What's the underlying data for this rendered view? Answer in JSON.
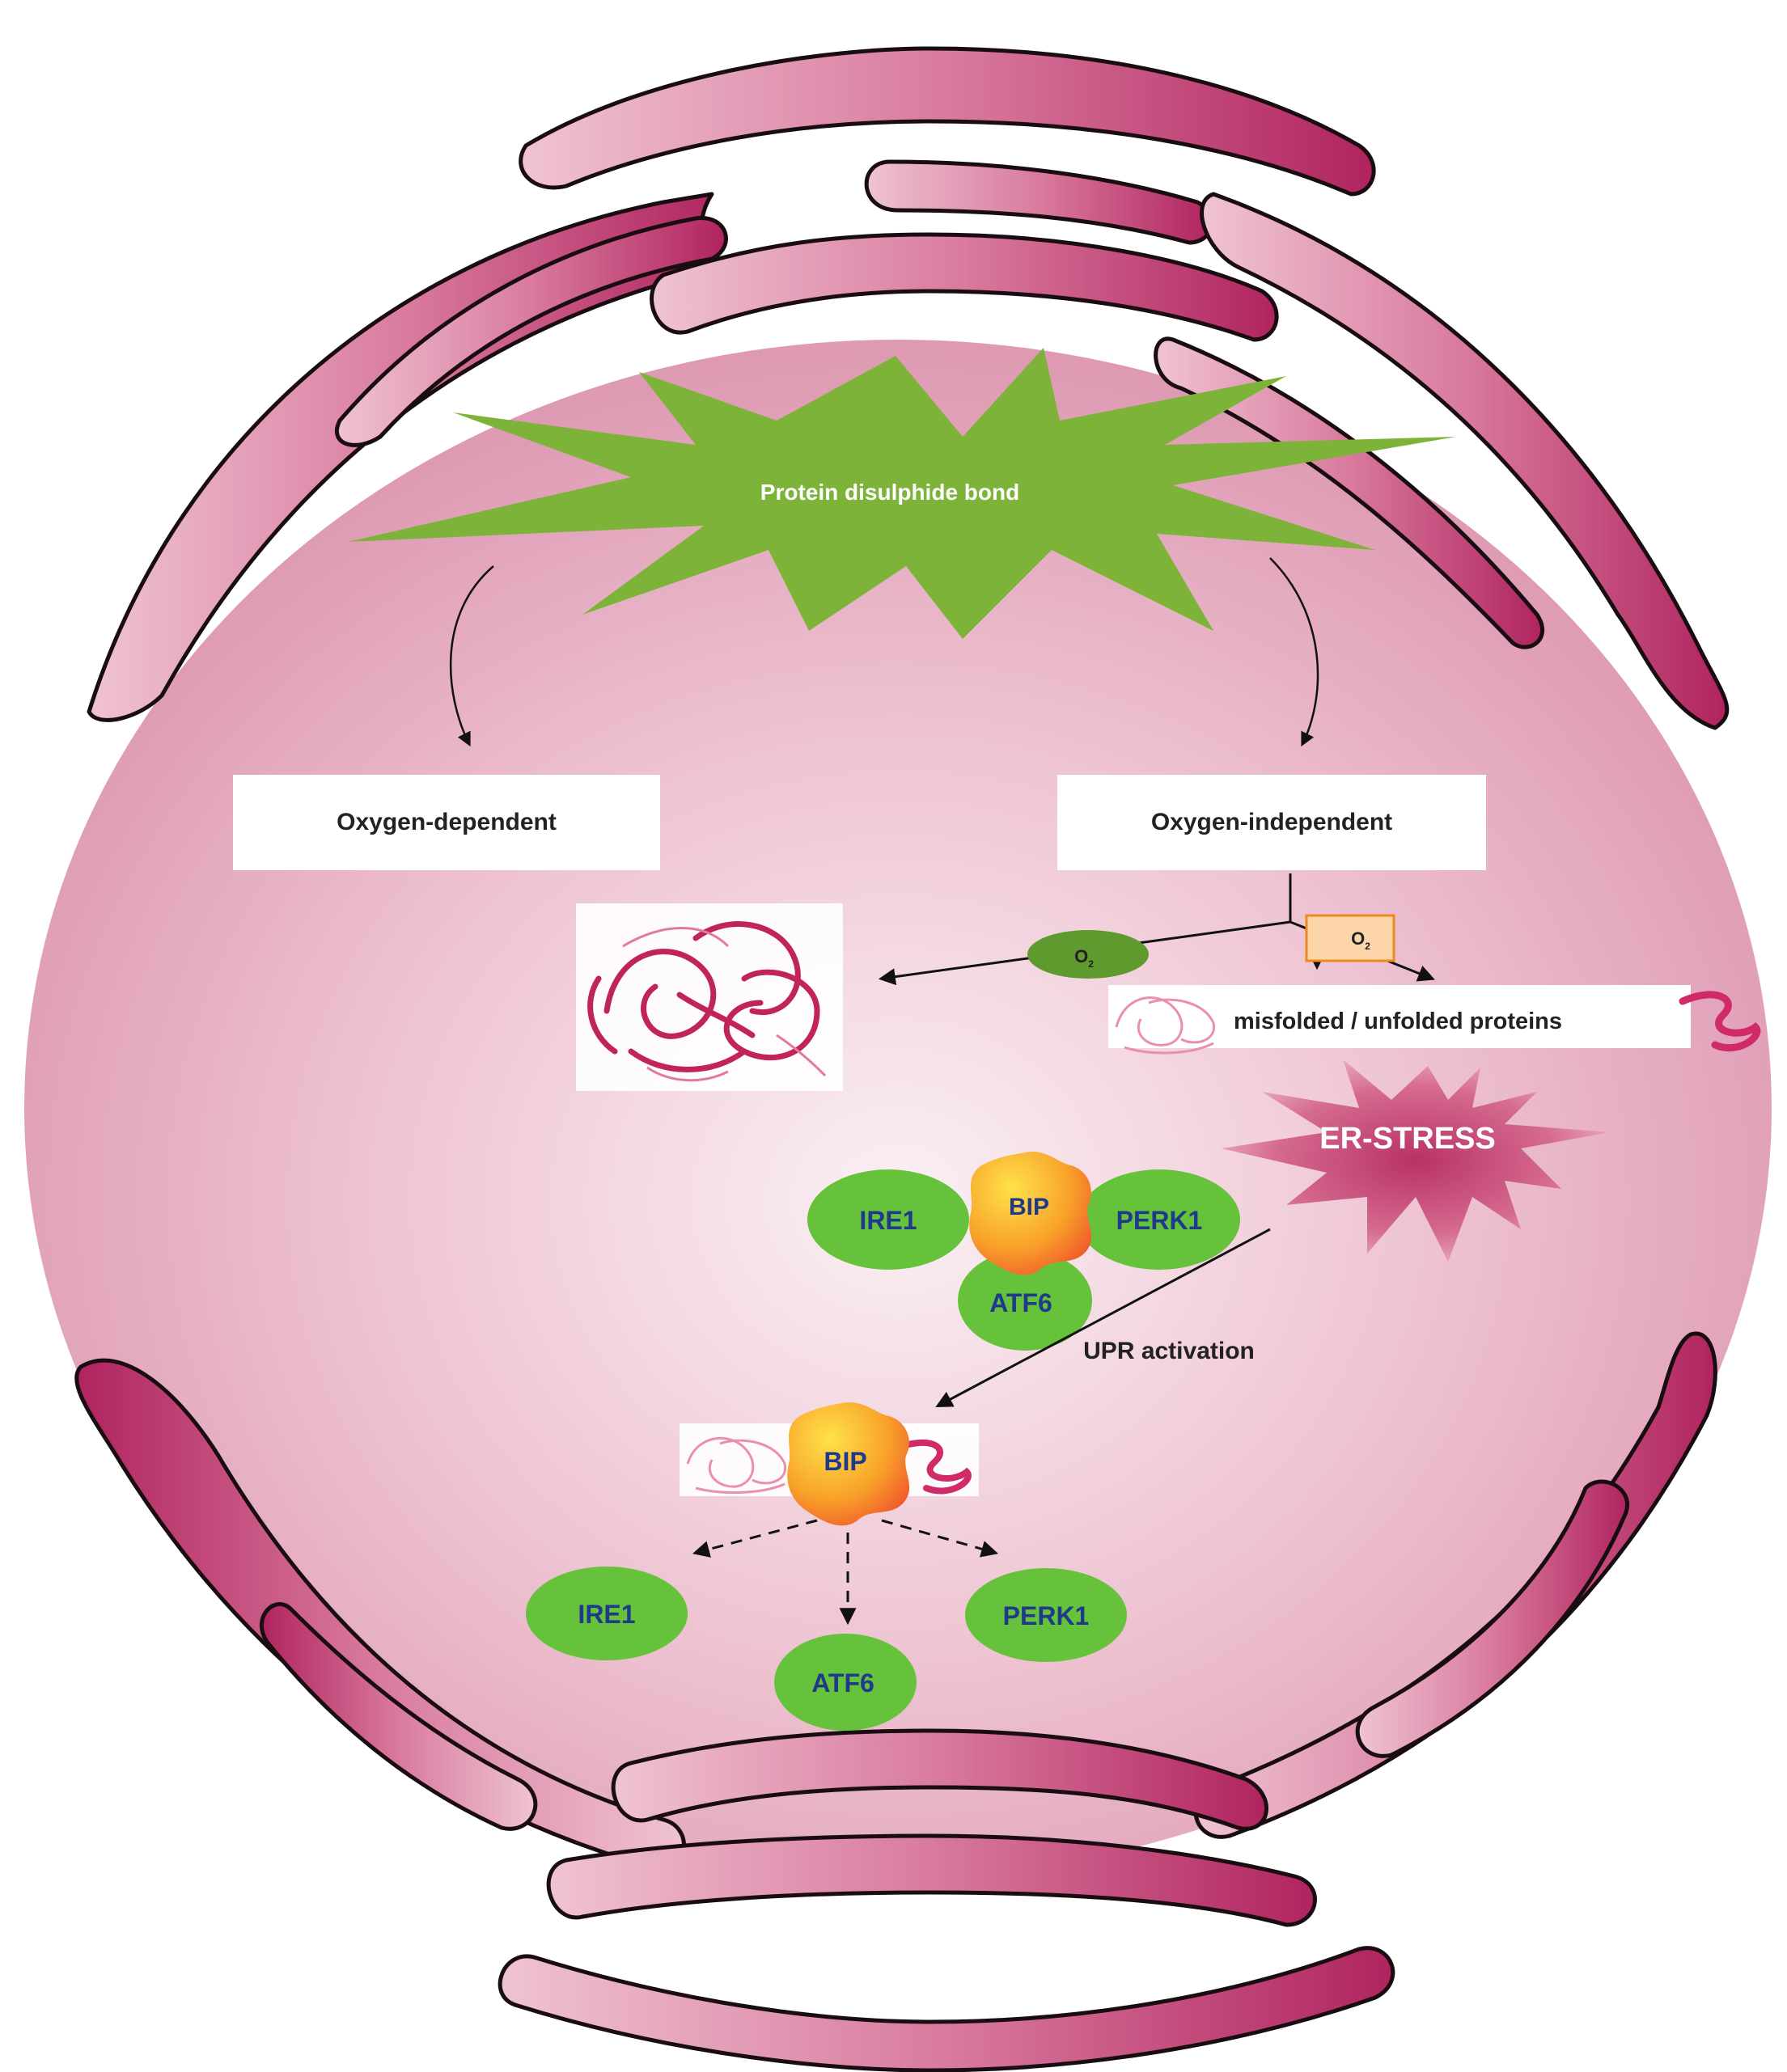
{
  "diagram": {
    "center_label": "Protein disulphide bond",
    "oxygen_dependent_label": "Oxygen-dependent",
    "oxygen_independent_label": "Oxygen-independent",
    "o2_label_left": "O",
    "o2_sub_left": "2",
    "o2_label_right": "O",
    "o2_sub_right": "2",
    "misfolded_label": "misfolded / unfolded proteins",
    "er_stress_label": "ER-STRESS",
    "upr_label": "UPR activation",
    "complex_top": {
      "ire1": "IRE1",
      "bip": "BIP",
      "perk1": "PERK1",
      "atf6": "ATF6"
    },
    "complex_bottom": {
      "bip": "BIP",
      "ire1": "IRE1",
      "atf6": "ATF6",
      "perk1": "PERK1"
    },
    "colors": {
      "membrane": "#c23d74",
      "lumen": "#e7a9bf",
      "starburst": "#7db339",
      "node_green": "#66c23a",
      "bip_orange": "#f59b25",
      "er_stress": "#d06186",
      "text_blue": "#1f3a8a"
    }
  }
}
